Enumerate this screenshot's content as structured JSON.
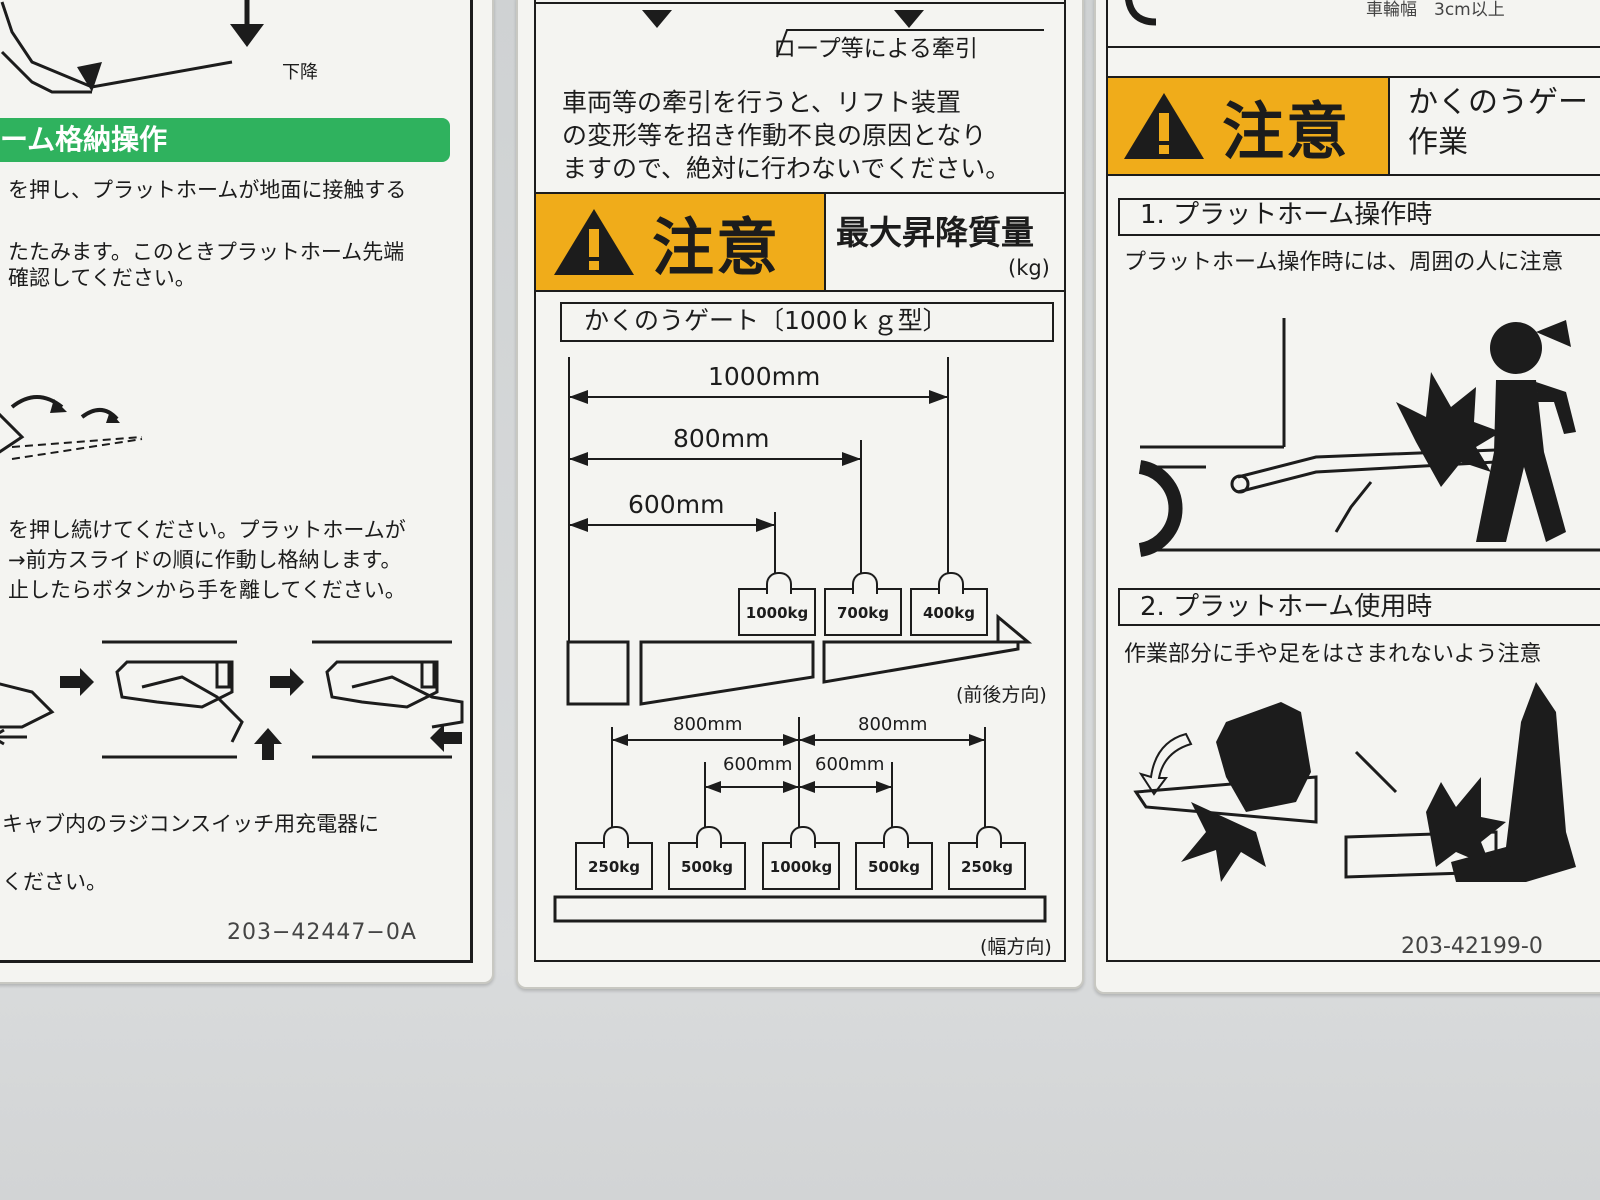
{
  "left_label": {
    "lowering_word": "下降",
    "section_header": "ーム格納操作",
    "line1": "を押し、プラットホームが地面に接触する",
    "line2": "たたみます。このときプラットホーム先端",
    "line3": "確認してください。",
    "line4": "を押し続けてください。プラットホームが",
    "line5": "→前方スライドの順に作動し格納します。",
    "line6": "止したらボタンから手を離してください。",
    "line7": "キャブ内のラジコンスイッチ用充電器に",
    "line8": "ください。",
    "part_number": "203−42447−0A"
  },
  "center_label": {
    "tow_caption": "ロープ等による牽引",
    "tow_warning_1": "車両等の牽引を行うと、リフト装置",
    "tow_warning_2": "の変形等を招き作動不良の原因となり",
    "tow_warning_3": "ますので、絶対に行わないでください。",
    "caution_word": "注意",
    "caution_title": "最大昇降質量",
    "caution_unit": "(kg)",
    "gate_model": "かくのうゲート〔1000ｋｇ型〕",
    "fore_aft": {
      "distances": [
        "1000mm",
        "800mm",
        "600mm"
      ],
      "weights": [
        "1000kg",
        "700kg",
        "400kg"
      ],
      "direction": "(前後方向)"
    },
    "width": {
      "outer_distances": [
        "800mm",
        "800mm"
      ],
      "inner_distances": [
        "600mm",
        "600mm"
      ],
      "weights": [
        "250kg",
        "500kg",
        "1000kg",
        "500kg",
        "250kg"
      ],
      "direction": "(幅方向)"
    }
  },
  "right_label": {
    "top_text": "車輪幅　3cm以上",
    "caution_word": "注意",
    "caution_title_1": "かくのうゲー",
    "caution_title_2": "作業",
    "section1_title": "1. プラットホーム操作時",
    "section1_text": "プラットホーム操作時には、周囲の人に注意",
    "section2_title": "2. プラットホーム使用時",
    "section2_text": "作業部分に手や足をはさまれないよう注意",
    "part_number": "203-42199-0"
  },
  "colors": {
    "caution_yellow": "#f0ac1a",
    "header_green": "#2fb25e",
    "sticker_white": "#f4f4f1",
    "ink": "#1c1c1c",
    "panel_grey": "#d5d7d8"
  },
  "icons": [
    "warning-triangle-icon",
    "weight-icon",
    "arrow-right-icon",
    "arrow-up-icon",
    "arrow-left-icon",
    "hand-icon",
    "foot-icon",
    "person-icon",
    "impact-icon"
  ]
}
